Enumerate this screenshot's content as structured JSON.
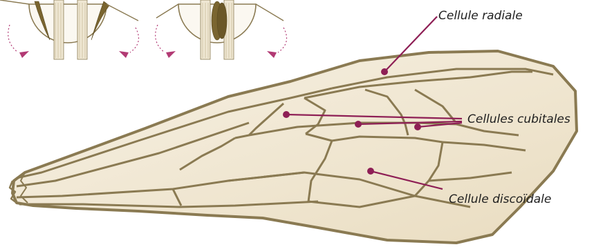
{
  "labels": {
    "radial": "Cellule radiale",
    "cubital": "Cellules cubitales",
    "discoidal": "Cellule discoïdale"
  },
  "colors": {
    "pointer": "#8e1f55",
    "vein": "#8a7a52",
    "membrane": "#f4ecd9",
    "muscle": "#7a6530",
    "arrow": "#b23a74"
  }
}
